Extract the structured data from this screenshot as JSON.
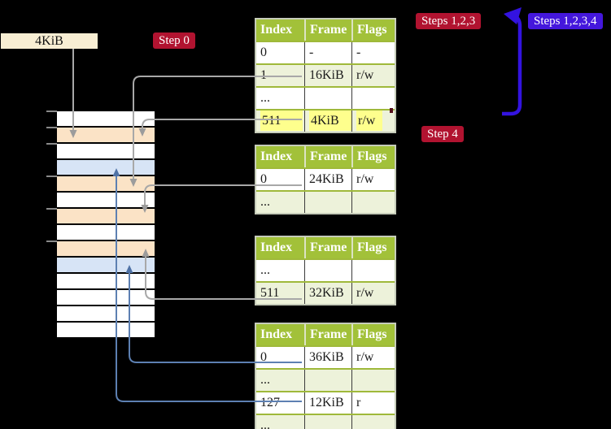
{
  "labels": {
    "frame_box": "4KiB",
    "step0": "Step 0",
    "steps123": "Steps 1,2,3",
    "steps1234": "Steps 1,2,3,4",
    "step4": "Step 4"
  },
  "colors": {
    "badge_red": "#b11330",
    "badge_blue": "#4417dc",
    "big_arrow_blue": "#3313e0",
    "connector_gray": "#a8a8a8",
    "connector_blue": "#5d80b2",
    "table_header_green": "#a2c139",
    "table_row_green": "#edf2da",
    "highlight_yellow": "#feff8d",
    "memory_frame_peach": "#fbe3c6",
    "memory_frame_blue": "#d7e4f6",
    "frame_box_cream": "#f8eed3",
    "background": "#000000"
  },
  "memory": {
    "row_colors": [
      "white",
      "peach",
      "white",
      "blue",
      "peach",
      "white",
      "peach",
      "white",
      "peach",
      "blue",
      "white",
      "white",
      "white",
      "white"
    ],
    "tick_boundaries": [
      0,
      1,
      2,
      4,
      6,
      8
    ]
  },
  "tables": [
    {
      "headers": [
        "Index",
        "Frame",
        "Flags"
      ],
      "rows": [
        {
          "cells": [
            "0",
            "-",
            "-"
          ],
          "highlight": false
        },
        {
          "cells": [
            "1",
            "16KiB",
            "r/w"
          ],
          "highlight": false
        },
        {
          "cells": [
            "...",
            "",
            ""
          ],
          "highlight": false
        },
        {
          "cells": [
            "511",
            "4KiB",
            "r/w"
          ],
          "highlight": true
        }
      ]
    },
    {
      "headers": [
        "Index",
        "Frame",
        "Flags"
      ],
      "rows": [
        {
          "cells": [
            "0",
            "24KiB",
            "r/w"
          ],
          "highlight": false
        },
        {
          "cells": [
            "...",
            "",
            ""
          ],
          "highlight": false
        }
      ]
    },
    {
      "headers": [
        "Index",
        "Frame",
        "Flags"
      ],
      "rows": [
        {
          "cells": [
            "...",
            "",
            ""
          ],
          "highlight": false
        },
        {
          "cells": [
            "511",
            "32KiB",
            "r/w"
          ],
          "highlight": false
        }
      ]
    },
    {
      "headers": [
        "Index",
        "Frame",
        "Flags"
      ],
      "rows": [
        {
          "cells": [
            "0",
            "36KiB",
            "r/w"
          ],
          "highlight": false
        },
        {
          "cells": [
            "...",
            "",
            ""
          ],
          "highlight": false
        },
        {
          "cells": [
            "127",
            "12KiB",
            "r"
          ],
          "highlight": false
        },
        {
          "cells": [
            "...",
            "",
            ""
          ],
          "highlight": false
        }
      ]
    }
  ]
}
